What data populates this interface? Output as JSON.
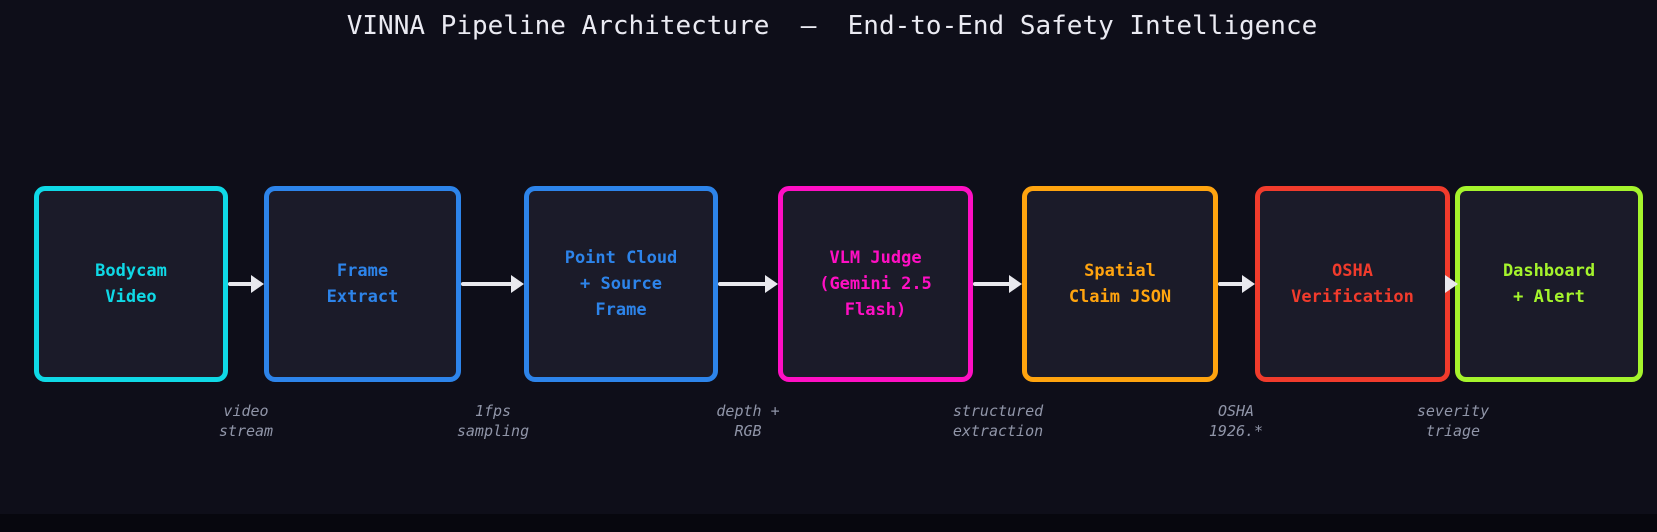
{
  "title": "VINNA Pipeline Architecture  —  End-to-End Safety Intelligence",
  "colors": {
    "background": "#0e0e19",
    "footer": "#07070e",
    "node_fill": "#1b1b29",
    "arrow": "#e9e9ee",
    "edge_label": "#9095a8",
    "title": "#eaeaf2"
  },
  "nodes": [
    {
      "label": "Bodycam\nVideo",
      "color": "#0fd9e6"
    },
    {
      "label": "Frame\nExtract",
      "color": "#2d84ea"
    },
    {
      "label": "Point Cloud\n+ Source\nFrame",
      "color": "#2d84ea"
    },
    {
      "label": "VLM Judge\n(Gemini 2.5\nFlash)",
      "color": "#ff0fc3"
    },
    {
      "label": "Spatial\nClaim JSON",
      "color": "#ffa40f"
    },
    {
      "label": "OSHA\nVerification",
      "color": "#f13b2c"
    },
    {
      "label": "Dashboard\n+ Alert",
      "color": "#a5f42c"
    }
  ],
  "edges": [
    {
      "label": "video\nstream"
    },
    {
      "label": "1fps\nsampling"
    },
    {
      "label": "depth +\nRGB"
    },
    {
      "label": "structured\nextraction"
    },
    {
      "label": "OSHA\n1926.*"
    },
    {
      "label": "severity\ntriage"
    }
  ]
}
